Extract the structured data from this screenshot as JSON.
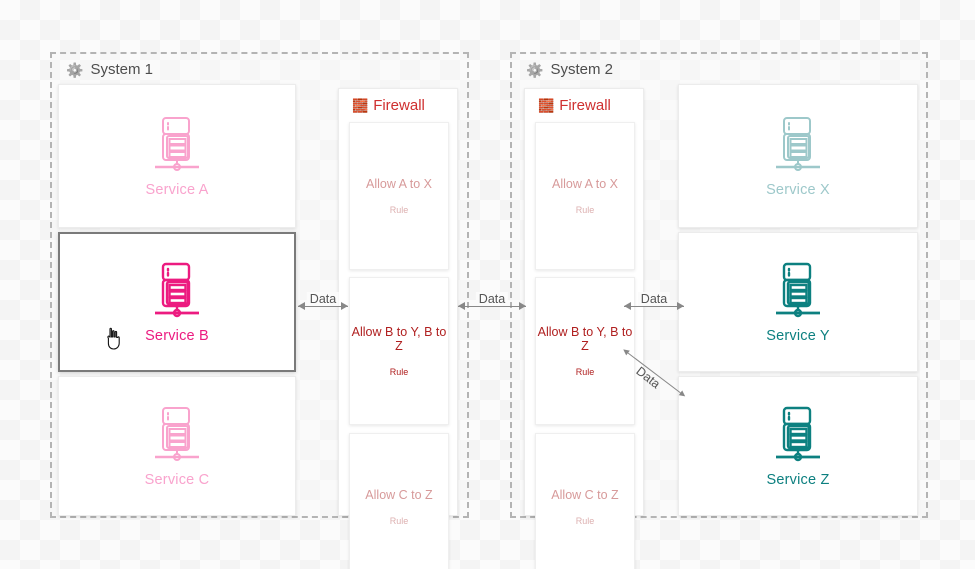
{
  "systems": [
    {
      "name": "system-1",
      "icon": "gear-icon",
      "icon_glyph": "⚙️",
      "title": "System 1",
      "services": [
        {
          "label": "Service A",
          "color": "#f9a3cd",
          "state": "dim"
        },
        {
          "label": "Service B",
          "color": "#ec1b80",
          "state": "selected"
        },
        {
          "label": "Service C",
          "color": "#f9a3cd",
          "state": "dim"
        }
      ],
      "firewall": {
        "icon": "brick-wall-icon",
        "icon_glyph": "🧱",
        "title": "Firewall",
        "rules": [
          {
            "title": "Allow A to X",
            "subtitle": "Rule",
            "state": "dim"
          },
          {
            "title": "Allow B to Y, B to Z",
            "subtitle": "Rule",
            "state": "active"
          },
          {
            "title": "Allow C to Z",
            "subtitle": "Rule",
            "state": "dim"
          }
        ]
      }
    },
    {
      "name": "system-2",
      "icon": "gear-icon",
      "icon_glyph": "⚙️",
      "title": "System 2",
      "services": [
        {
          "label": "Service X",
          "color": "#9dc8ca",
          "state": "dim"
        },
        {
          "label": "Service Y",
          "color": "#0d8080",
          "state": "active"
        },
        {
          "label": "Service Z",
          "color": "#0d8080",
          "state": "active"
        }
      ],
      "firewall": {
        "icon": "brick-wall-icon",
        "icon_glyph": "🧱",
        "title": "Firewall",
        "rules": [
          {
            "title": "Allow A to X",
            "subtitle": "Rule",
            "state": "dim"
          },
          {
            "title": "Allow B to Y, B to Z",
            "subtitle": "Rule",
            "state": "active"
          },
          {
            "title": "Allow C to Z",
            "subtitle": "Rule",
            "state": "dim"
          }
        ]
      }
    }
  ],
  "connectors": [
    {
      "name": "connector-service-b-to-fw1",
      "label": "Data",
      "direction": "bidirectional"
    },
    {
      "name": "connector-fw1-to-fw2",
      "label": "Data",
      "direction": "bidirectional"
    },
    {
      "name": "connector-fw2-to-service-y",
      "label": "Data",
      "direction": "bidirectional"
    },
    {
      "name": "connector-fw2-to-service-z",
      "label": "Data",
      "direction": "bidirectional"
    }
  ],
  "cursor": {
    "name": "hand-cursor",
    "type": "pointer"
  },
  "colors": {
    "accent_pink": "#ec1b80",
    "accent_pink_dim": "#f9a3cd",
    "accent_teal": "#0d8080",
    "accent_teal_dim": "#9dc8ca",
    "firewall_red": "#cf3030",
    "rule_active_red": "#b02020",
    "rule_dim_red": "#d79a9a",
    "border_dashed": "#b4b4b4",
    "connector_gray": "#888888"
  }
}
